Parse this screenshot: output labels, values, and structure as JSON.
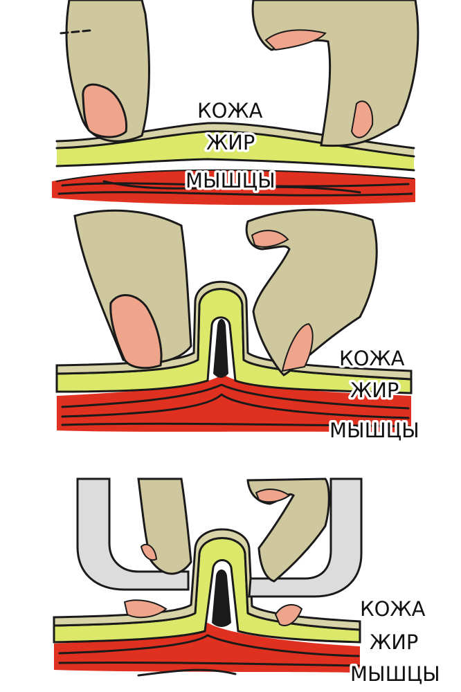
{
  "panels": [
    {
      "id": "panel-1",
      "labels": {
        "skin": "КОЖА",
        "fat": "ЖИР",
        "muscle": "МЫШЦЫ"
      }
    },
    {
      "id": "panel-2",
      "labels": {
        "skin": "КОЖА",
        "fat": "ЖИР",
        "muscle": "МЫШЦЫ"
      }
    },
    {
      "id": "panel-3",
      "labels": {
        "skin": "КОЖА",
        "fat": "ЖИР",
        "muscle": "МЫШЦЫ"
      }
    }
  ],
  "colors": {
    "finger": "#cfc79d",
    "nail": "#eea58b",
    "skin": "#d9d4a8",
    "fat": "#dbe86a",
    "muscle": "#e0301f",
    "syringe": "#dcdcdc",
    "outline": "#1a1a1a"
  }
}
